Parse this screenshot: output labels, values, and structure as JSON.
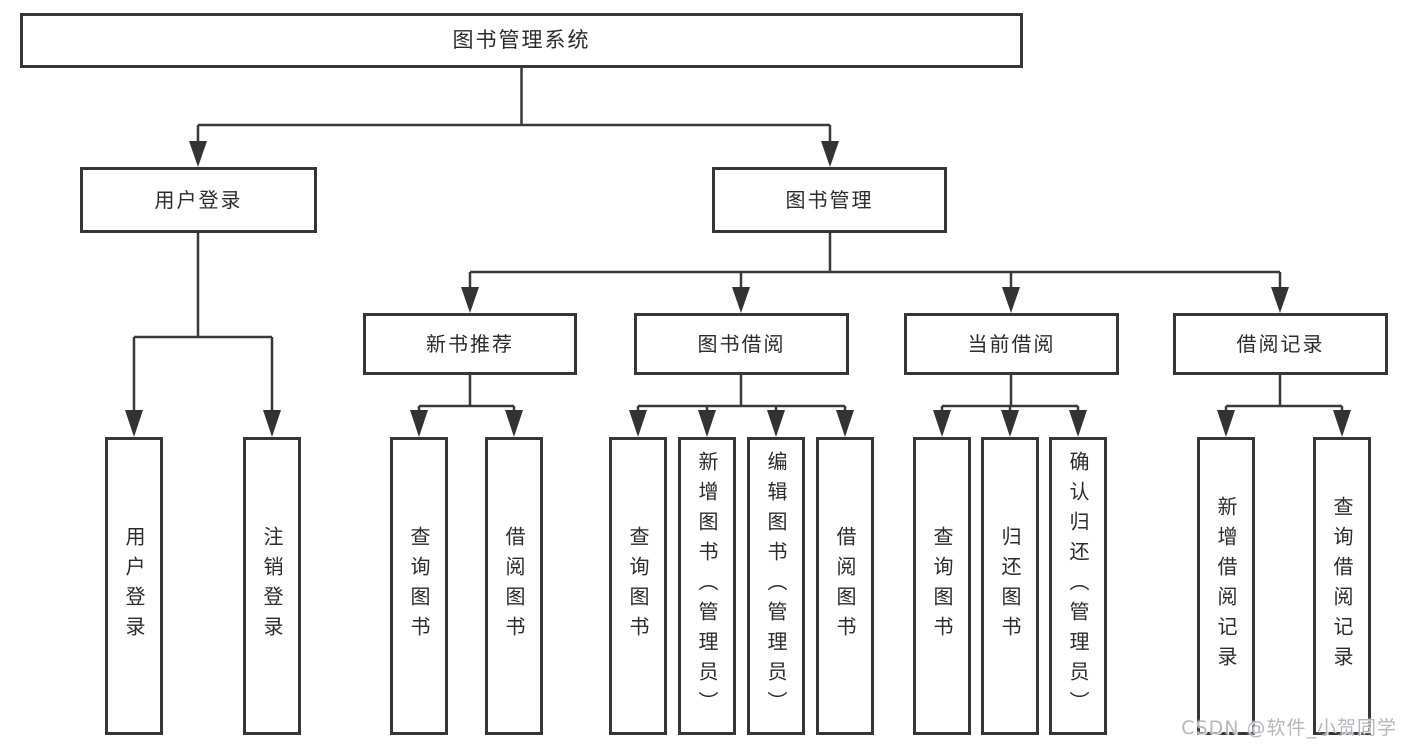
{
  "diagram": {
    "root": {
      "label": "图书管理系统"
    },
    "branches": [
      {
        "label": "用户登录",
        "children": [
          {
            "label": "用户登录"
          },
          {
            "label": "注销登录"
          }
        ]
      },
      {
        "label": "图书管理",
        "children": [
          {
            "label": "新书推荐",
            "children": [
              {
                "label": "查询图书"
              },
              {
                "label": "借阅图书"
              }
            ]
          },
          {
            "label": "图书借阅",
            "children": [
              {
                "label": "查询图书"
              },
              {
                "label": "新增图书（管理员）"
              },
              {
                "label": "编辑图书（管理员）"
              },
              {
                "label": "借阅图书"
              }
            ]
          },
          {
            "label": "当前借阅",
            "children": [
              {
                "label": "查询图书"
              },
              {
                "label": "归还图书"
              },
              {
                "label": "确认归还（管理员）"
              }
            ]
          },
          {
            "label": "借阅记录",
            "children": [
              {
                "label": "新增借阅记录"
              },
              {
                "label": "查询借阅记录"
              }
            ]
          }
        ]
      }
    ]
  },
  "watermark": {
    "text": "CSDN @软件_小贺同学"
  },
  "colors": {
    "line": "#3a3a3a",
    "border": "#363636",
    "text": "#2b2b2b",
    "background": "#ffffff",
    "watermark": "#b4b8be"
  }
}
